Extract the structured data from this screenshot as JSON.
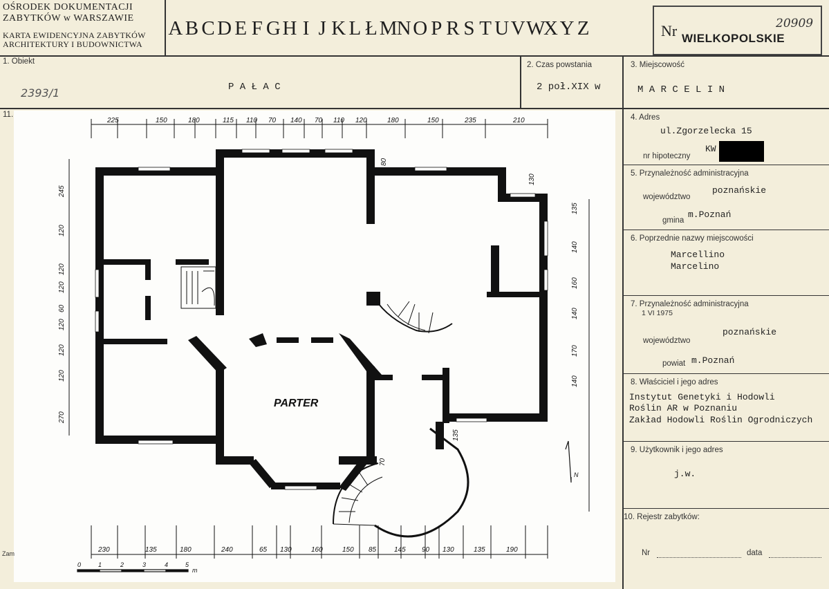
{
  "header": {
    "institution_line1": "OŚRODEK DOKUMENTACJI",
    "institution_line2": "ZABYTKÓW w WARSZAWIE",
    "card_title_line1": "KARTA EWIDENCYJNA ZABYTKÓW",
    "card_title_line2": "ARCHITEKTURY I BUDOWNICTWA",
    "letters": [
      "A",
      "B",
      "C",
      "D",
      "E",
      "F",
      "G",
      "H",
      "I",
      "J",
      "K",
      "L",
      "Ł",
      "M",
      "N",
      "O",
      "P",
      "R",
      "S",
      "T",
      "U",
      "V",
      "W",
      "X",
      "Y",
      "Z"
    ],
    "number_label": "Nr",
    "region_stamp": "WIELKOPOLSKIE",
    "handwritten_number": "20909"
  },
  "fields": {
    "obiekt_label": "1. Obiekt",
    "obiekt_value": "P A Ł A C",
    "handwritten_ref": "2393/1",
    "czas_label": "2. Czas powstania",
    "czas_value": "2 poł.XIX w",
    "miejscowosc_label": "3. Miejscowość",
    "miejscowosc_value": "M A R C E L I N",
    "plan_label": "11.",
    "adres_label": "4. Adres",
    "adres_value": "ul.Zgorzelecka 15",
    "hipoteczny_label": "nr hipoteczny",
    "hipoteczny_value": "KW",
    "przyn1_label": "5. Przynależność administracyjna",
    "wojewodztwo_label": "województwo",
    "wojewodztwo1_value": "poznańskie",
    "gmina_label": "gmina",
    "gmina_value": "m.Poznań",
    "poprzednie_label": "6. Poprzednie nazwy miejscowości",
    "poprzednie_value1": "Marcellino",
    "poprzednie_value2": "Marcelino",
    "przyn2_label": "7. Przynależność administracyjna",
    "przyn2_date": "1 VI 1975",
    "wojewodztwo2_value": "poznańskie",
    "powiat_label": "powiat",
    "powiat_value": "m.Poznań",
    "wlasciciel_label": "8. Właściciel i jego adres",
    "wlasciciel_line1": "Instytut Genetyki i Hodowli",
    "wlasciciel_line2": "Roślin AR w Poznaniu",
    "wlasciciel_line3": "Zakład Hodowli Roślin Ogrodniczych",
    "uzytkownik_label": "9. Użytkownik i jego adres",
    "uzytkownik_value": "j.w.",
    "rejestr_label": "10. Rejestr zabytków:",
    "nr_label": "Nr",
    "data_label": "data",
    "footer_stub": "Zam"
  },
  "plan": {
    "title": "PARTER",
    "north": "N",
    "top_dims": [
      "225",
      "150",
      "180",
      "115",
      "110",
      "70",
      "140",
      "70",
      "110",
      "120",
      "180",
      "150",
      "235",
      "210"
    ],
    "bottom_dims": [
      "230",
      "135",
      "180",
      "240",
      "65",
      "130",
      "160",
      "150",
      "85",
      "145",
      "90",
      "130",
      "135",
      "190"
    ],
    "left_dims": [
      "245",
      "120",
      "120",
      "120",
      "60",
      "120",
      "120",
      "120",
      "270"
    ],
    "right_dims": [
      "135",
      "140",
      "160",
      "140",
      "170",
      "140"
    ],
    "inner_dims": [
      "80",
      "130",
      "135",
      "70"
    ],
    "scale_ticks": [
      "0",
      "1",
      "2",
      "3",
      "4",
      "5"
    ],
    "scale_unit": "m"
  }
}
